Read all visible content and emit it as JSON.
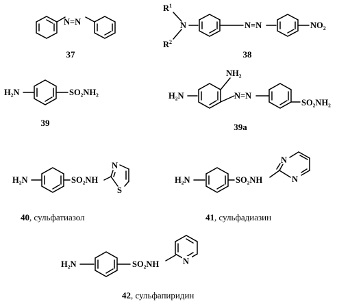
{
  "compounds": [
    {
      "number": "37",
      "name": ""
    },
    {
      "number": "38",
      "name": ""
    },
    {
      "number": "39",
      "name": ""
    },
    {
      "number": "39a",
      "name": ""
    },
    {
      "number": "40",
      "name": "сульфатиазол"
    },
    {
      "number": "41",
      "name": "сульфадиазин"
    },
    {
      "number": "42",
      "name": "сульфапиридин"
    }
  ],
  "atoms": {
    "azo": "N=N",
    "n": "N",
    "r1": "R",
    "r1_sup": "1",
    "r2": "R",
    "r2_sup": "2",
    "nitro": "NO",
    "nitro_sub": "2",
    "amine": "H₂N",
    "amine_ortho": "NH₂",
    "sulfonamide": "SO₂NH₂",
    "sulfonamide_nh": "SO₂NH",
    "s": "S"
  },
  "separator": ", "
}
